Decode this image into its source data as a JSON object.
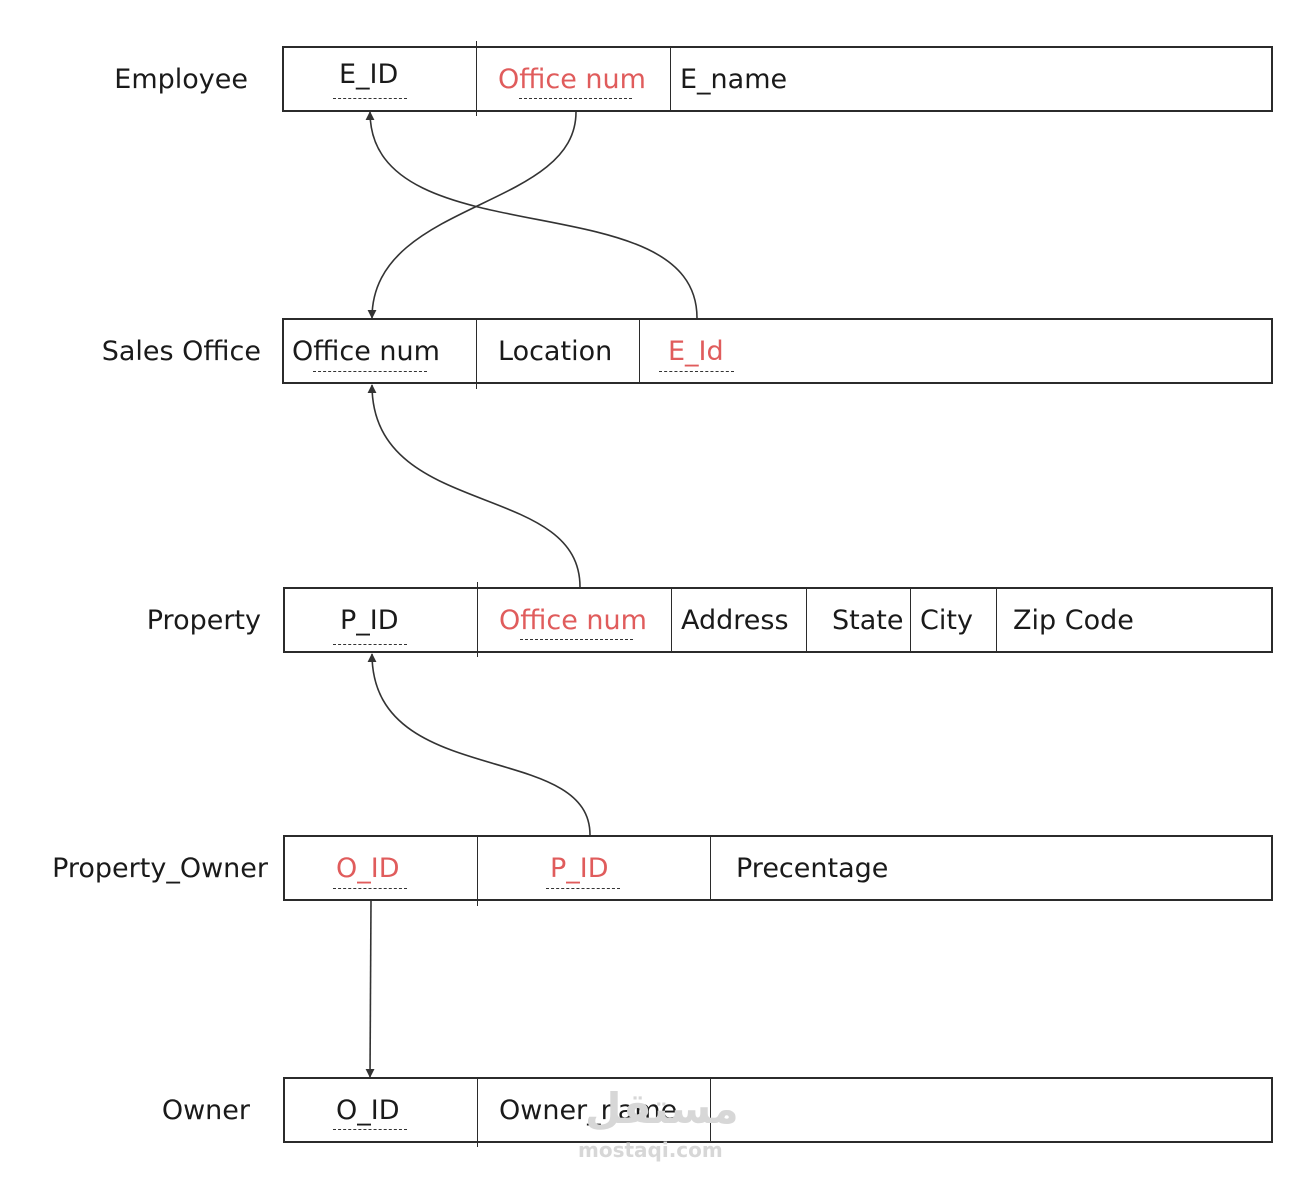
{
  "tables": {
    "employee": {
      "name": "Employee",
      "cols": [
        "E_ID",
        "Office num",
        "E_name"
      ]
    },
    "sales_office": {
      "name": "Sales Office",
      "cols": [
        "Office num",
        "Location",
        "E_Id"
      ]
    },
    "property": {
      "name": "Property",
      "cols": [
        "P_ID",
        "Office num",
        "Address",
        "State",
        "City",
        "Zip Code"
      ]
    },
    "property_owner": {
      "name": "Property_Owner",
      "cols": [
        "O_ID",
        "P_ID",
        "Precentage"
      ]
    },
    "owner": {
      "name": "Owner",
      "cols": [
        "O_ID",
        "Owner_name"
      ]
    }
  },
  "colors": {
    "foreign_key": "#e05c5c",
    "text": "#1a1a1a",
    "border": "#2b2b2b"
  },
  "watermark": {
    "arabic": "مستقل",
    "latin": "mostaqi.com"
  }
}
